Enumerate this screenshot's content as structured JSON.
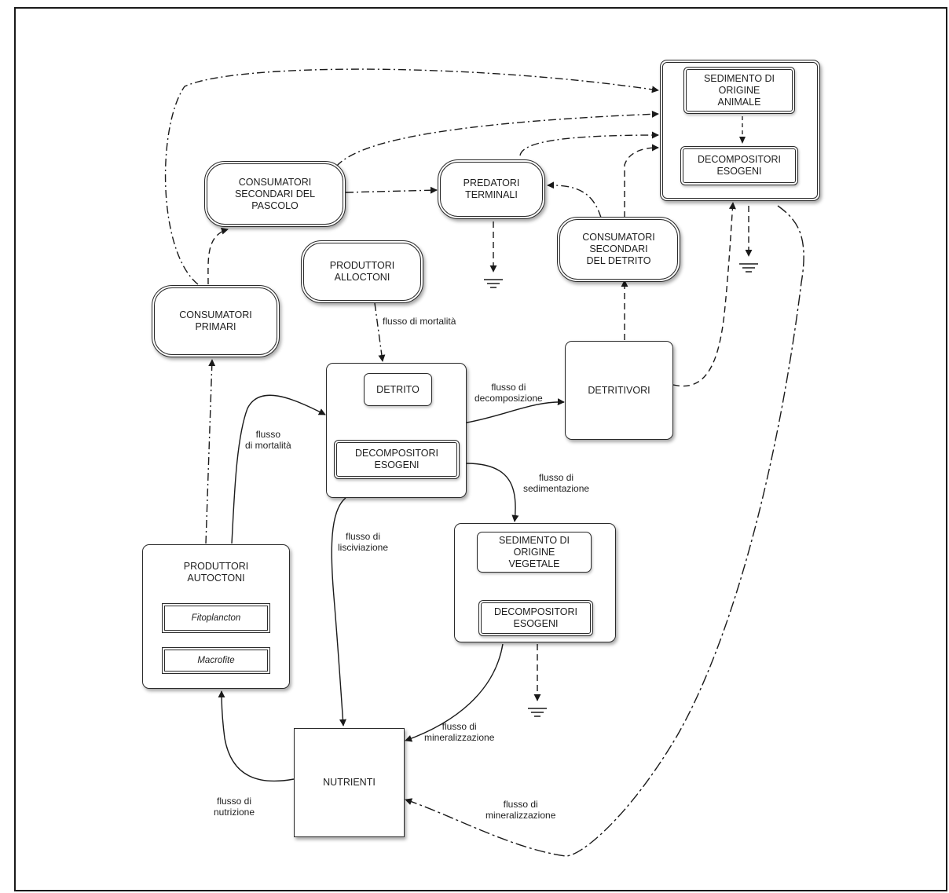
{
  "nodes": {
    "consumatori_primari": "CONSUMATORI\nPRIMARI",
    "consumatori_secondari_pascolo": "CONSUMATORI\nSECONDARI DEL\nPASCOLO",
    "predatori_terminali": "PREDATORI\nTERMINALI",
    "produttori_alloctoni": "PRODUTTORI\nALLOCTONI",
    "consumatori_secondari_detrito": "CONSUMATORI\nSECONDARI\nDEL DETRITO",
    "detritivori": "DETRITIVORI",
    "nutrienti": "NUTRIENTI",
    "detrito_group": {
      "detrito": "DETRITO",
      "decompositori": "DECOMPOSITORI\nESOGENI"
    },
    "sedimento_animale_group": {
      "sedimento": "SEDIMENTO DI\nORIGINE\nANIMALE",
      "decompositori": "DECOMPOSITORI\nESOGENI"
    },
    "sedimento_vegetale_group": {
      "sedimento": "SEDIMENTO DI\nORIGINE\nVEGETALE",
      "decompositori": "DECOMPOSITORI\nESOGENI"
    },
    "produttori_autoctoni_group": {
      "title": "PRODUTTORI\nAUTOCTONI",
      "fitoplancton": "Fitoplancton",
      "macrofite": "Macrofite"
    }
  },
  "flow_labels": {
    "mortalita_alloctoni": "flusso di mortalità",
    "mortalita_autoctoni": "flusso\ndi mortalità",
    "decomposizione": "flusso di\ndecomposizione",
    "sedimentazione": "flusso di\nsedimentazione",
    "lisciviazione": "flusso di\nlisciviazione",
    "mineralizzazione_vegetale": "flusso di\nmineralizzazione",
    "mineralizzazione_animale": "flusso di\nmineralizzazione",
    "nutrizione": "flusso di\nnutrizione"
  },
  "colors": {
    "stroke": "#1a1a1a",
    "background": "#ffffff"
  }
}
